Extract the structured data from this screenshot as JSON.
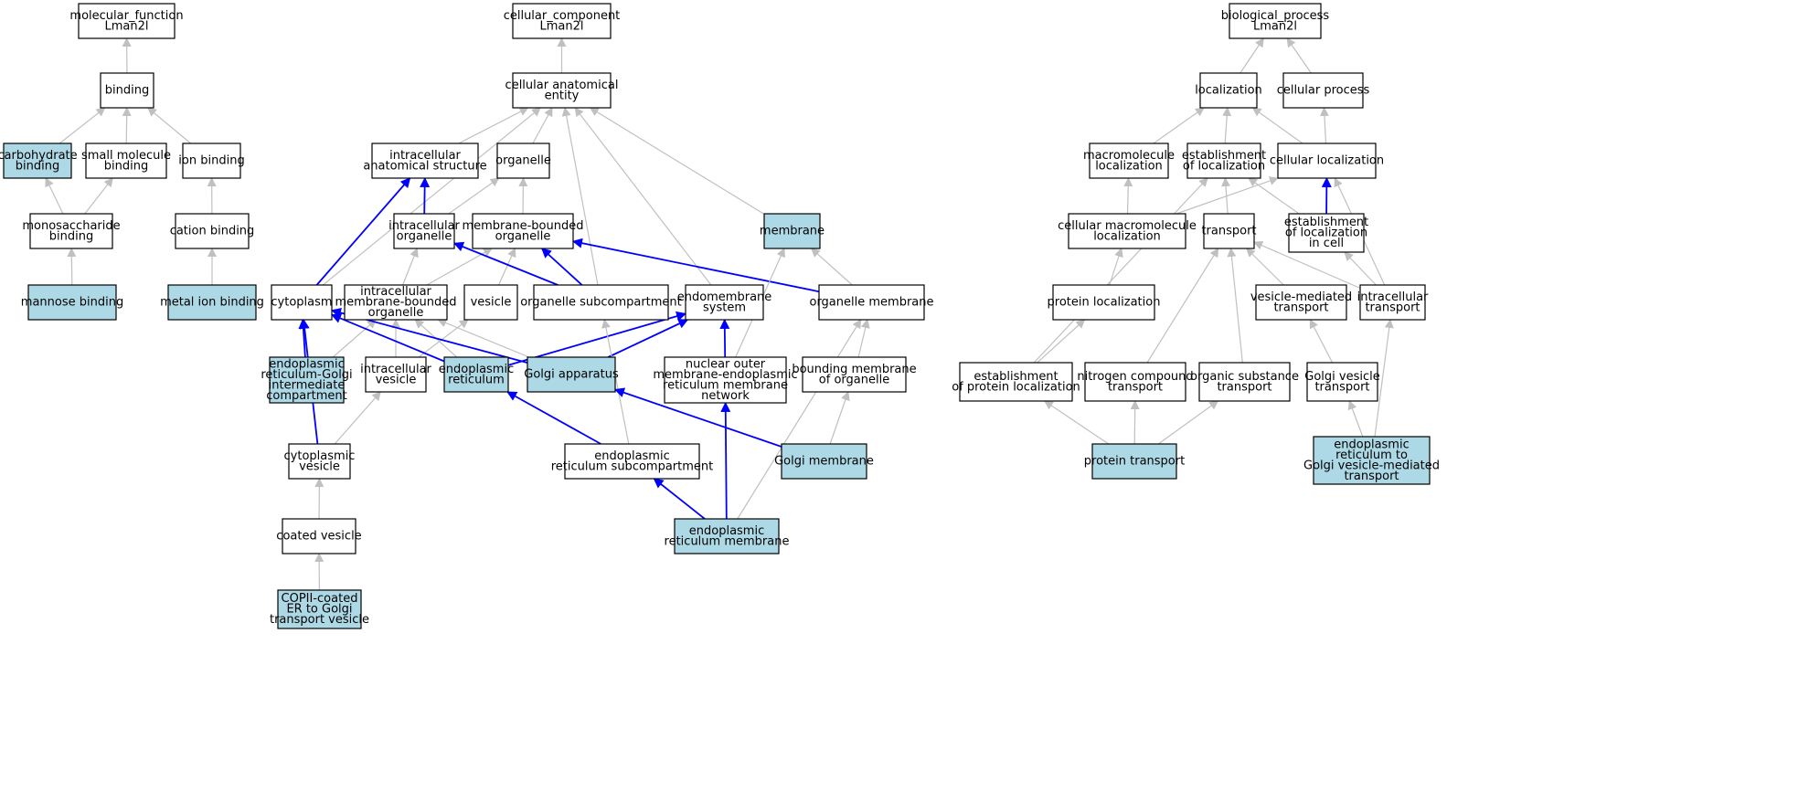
{
  "colors": {
    "highlight_fill": "#add8e6",
    "plain_fill": "#ffffff",
    "border": "#000000",
    "edge_gray": "#c0c0c0",
    "edge_blue": "#0000ff"
  },
  "nodes": {
    "mf_root": {
      "label": [
        "molecular_function",
        "Lman2l"
      ],
      "highlight": false
    },
    "binding": {
      "label": [
        "binding"
      ],
      "highlight": false
    },
    "carbohydrate_binding": {
      "label": [
        "carbohydrate",
        "binding"
      ],
      "highlight": true
    },
    "small_molecule_binding": {
      "label": [
        "small molecule",
        "binding"
      ],
      "highlight": false
    },
    "ion_binding": {
      "label": [
        "ion binding"
      ],
      "highlight": false
    },
    "monosaccharide_binding": {
      "label": [
        "monosaccharide",
        "binding"
      ],
      "highlight": false
    },
    "cation_binding": {
      "label": [
        "cation binding"
      ],
      "highlight": false
    },
    "mannose_binding": {
      "label": [
        "mannose binding"
      ],
      "highlight": true
    },
    "metal_ion_binding": {
      "label": [
        "metal ion binding"
      ],
      "highlight": true
    },
    "cc_root": {
      "label": [
        "cellular_component",
        "Lman2l"
      ],
      "highlight": false
    },
    "cellular_anatomical_entity": {
      "label": [
        "cellular anatomical",
        "entity"
      ],
      "highlight": false
    },
    "intracellular_anatomical_structure": {
      "label": [
        "intracellular",
        "anatomical structure"
      ],
      "highlight": false
    },
    "organelle": {
      "label": [
        "organelle"
      ],
      "highlight": false
    },
    "intracellular_organelle": {
      "label": [
        "intracellular",
        "organelle"
      ],
      "highlight": false
    },
    "membrane_bounded_organelle": {
      "label": [
        "membrane-bounded",
        "organelle"
      ],
      "highlight": false
    },
    "membrane": {
      "label": [
        "membrane"
      ],
      "highlight": true
    },
    "cytoplasm": {
      "label": [
        "cytoplasm"
      ],
      "highlight": false
    },
    "intracellular_mbo": {
      "label": [
        "intracellular",
        "membrane-bounded",
        "organelle"
      ],
      "highlight": false
    },
    "vesicle": {
      "label": [
        "vesicle"
      ],
      "highlight": false
    },
    "organelle_subcompartment": {
      "label": [
        "organelle subcompartment"
      ],
      "highlight": false
    },
    "endomembrane_system": {
      "label": [
        "endomembrane",
        "system"
      ],
      "highlight": false
    },
    "organelle_membrane": {
      "label": [
        "organelle membrane"
      ],
      "highlight": false
    },
    "ergic": {
      "label": [
        "endoplasmic",
        "reticulum-Golgi",
        "intermediate",
        "compartment"
      ],
      "highlight": true
    },
    "intracellular_vesicle": {
      "label": [
        "intracellular",
        "vesicle"
      ],
      "highlight": false
    },
    "endoplasmic_reticulum": {
      "label": [
        "endoplasmic",
        "reticulum"
      ],
      "highlight": true
    },
    "golgi_apparatus": {
      "label": [
        "Golgi apparatus"
      ],
      "highlight": true
    },
    "nuclear_outer_membrane": {
      "label": [
        "nuclear outer",
        "membrane-endoplasmic",
        "reticulum membrane",
        "network"
      ],
      "highlight": false
    },
    "bounding_membrane": {
      "label": [
        "bounding membrane",
        "of organelle"
      ],
      "highlight": false
    },
    "cytoplasmic_vesicle": {
      "label": [
        "cytoplasmic",
        "vesicle"
      ],
      "highlight": false
    },
    "er_subcompartment": {
      "label": [
        "endoplasmic",
        "reticulum subcompartment"
      ],
      "highlight": false
    },
    "golgi_membrane": {
      "label": [
        "Golgi membrane"
      ],
      "highlight": true
    },
    "coated_vesicle": {
      "label": [
        "coated vesicle"
      ],
      "highlight": false
    },
    "er_membrane": {
      "label": [
        "endoplasmic",
        "reticulum membrane"
      ],
      "highlight": true
    },
    "copii_vesicle": {
      "label": [
        "COPII-coated",
        "ER to Golgi",
        "transport vesicle"
      ],
      "highlight": true
    },
    "bp_root": {
      "label": [
        "biological_process",
        "Lman2l"
      ],
      "highlight": false
    },
    "localization": {
      "label": [
        "localization"
      ],
      "highlight": false
    },
    "cellular_process": {
      "label": [
        "cellular process"
      ],
      "highlight": false
    },
    "macromolecule_localization": {
      "label": [
        "macromolecule",
        "localization"
      ],
      "highlight": false
    },
    "establishment_of_localization": {
      "label": [
        "establishment",
        "of localization"
      ],
      "highlight": false
    },
    "cellular_localization": {
      "label": [
        "cellular localization"
      ],
      "highlight": false
    },
    "cellular_macromolecule_localization": {
      "label": [
        "cellular macromolecule",
        "localization"
      ],
      "highlight": false
    },
    "transport": {
      "label": [
        "transport"
      ],
      "highlight": false
    },
    "establishment_localization_cell": {
      "label": [
        "establishment",
        "of localization",
        "in cell"
      ],
      "highlight": false
    },
    "protein_localization": {
      "label": [
        "protein localization"
      ],
      "highlight": false
    },
    "vesicle_mediated_transport": {
      "label": [
        "vesicle-mediated",
        "transport"
      ],
      "highlight": false
    },
    "intracellular_transport": {
      "label": [
        "intracellular",
        "transport"
      ],
      "highlight": false
    },
    "establishment_protein_localization": {
      "label": [
        "establishment",
        "of protein localization"
      ],
      "highlight": false
    },
    "nitrogen_compound_transport": {
      "label": [
        "nitrogen compound",
        "transport"
      ],
      "highlight": false
    },
    "organic_substance_transport": {
      "label": [
        "organic substance",
        "transport"
      ],
      "highlight": false
    },
    "golgi_vesicle_transport": {
      "label": [
        "Golgi vesicle",
        "transport"
      ],
      "highlight": false
    },
    "protein_transport": {
      "label": [
        "protein transport"
      ],
      "highlight": true
    },
    "er_to_golgi_transport": {
      "label": [
        "endoplasmic",
        "reticulum to",
        "Golgi vesicle-mediated",
        "transport"
      ],
      "highlight": true
    }
  },
  "edges": [
    {
      "from": "binding",
      "to": "mf_root",
      "type": "is_a"
    },
    {
      "from": "carbohydrate_binding",
      "to": "binding",
      "type": "is_a"
    },
    {
      "from": "small_molecule_binding",
      "to": "binding",
      "type": "is_a"
    },
    {
      "from": "ion_binding",
      "to": "binding",
      "type": "is_a"
    },
    {
      "from": "monosaccharide_binding",
      "to": "carbohydrate_binding",
      "type": "is_a"
    },
    {
      "from": "monosaccharide_binding",
      "to": "small_molecule_binding",
      "type": "is_a"
    },
    {
      "from": "cation_binding",
      "to": "ion_binding",
      "type": "is_a"
    },
    {
      "from": "mannose_binding",
      "to": "monosaccharide_binding",
      "type": "is_a"
    },
    {
      "from": "metal_ion_binding",
      "to": "cation_binding",
      "type": "is_a"
    },
    {
      "from": "cellular_anatomical_entity",
      "to": "cc_root",
      "type": "is_a"
    },
    {
      "from": "intracellular_anatomical_structure",
      "to": "cellular_anatomical_entity",
      "type": "is_a"
    },
    {
      "from": "organelle",
      "to": "cellular_anatomical_entity",
      "type": "is_a"
    },
    {
      "from": "membrane",
      "to": "cellular_anatomical_entity",
      "type": "is_a"
    },
    {
      "from": "cytoplasm",
      "to": "cellular_anatomical_entity",
      "type": "is_a"
    },
    {
      "from": "organelle_subcompartment",
      "to": "cellular_anatomical_entity",
      "type": "is_a"
    },
    {
      "from": "endomembrane_system",
      "to": "cellular_anatomical_entity",
      "type": "is_a"
    },
    {
      "from": "cytoplasm",
      "to": "intracellular_anatomical_structure",
      "type": "part_of"
    },
    {
      "from": "intracellular_organelle",
      "to": "intracellular_anatomical_structure",
      "type": "part_of"
    },
    {
      "from": "intracellular_organelle",
      "to": "organelle",
      "type": "is_a"
    },
    {
      "from": "membrane_bounded_organelle",
      "to": "organelle",
      "type": "is_a"
    },
    {
      "from": "intracellular_mbo",
      "to": "intracellular_organelle",
      "type": "is_a"
    },
    {
      "from": "intracellular_mbo",
      "to": "membrane_bounded_organelle",
      "type": "is_a"
    },
    {
      "from": "vesicle",
      "to": "membrane_bounded_organelle",
      "type": "is_a"
    },
    {
      "from": "organelle_subcompartment",
      "to": "intracellular_organelle",
      "type": "part_of"
    },
    {
      "from": "organelle_subcompartment",
      "to": "membrane_bounded_organelle",
      "type": "part_of"
    },
    {
      "from": "organelle_membrane",
      "to": "membrane_bounded_organelle",
      "type": "part_of"
    },
    {
      "from": "organelle_membrane",
      "to": "membrane",
      "type": "is_a"
    },
    {
      "from": "ergic",
      "to": "cytoplasm",
      "type": "part_of"
    },
    {
      "from": "ergic",
      "to": "intracellular_mbo",
      "type": "is_a"
    },
    {
      "from": "intracellular_vesicle",
      "to": "intracellular_mbo",
      "type": "is_a"
    },
    {
      "from": "intracellular_vesicle",
      "to": "vesicle",
      "type": "is_a"
    },
    {
      "from": "endoplasmic_reticulum",
      "to": "cytoplasm",
      "type": "part_of"
    },
    {
      "from": "endoplasmic_reticulum",
      "to": "intracellular_mbo",
      "type": "is_a"
    },
    {
      "from": "endoplasmic_reticulum",
      "to": "endomembrane_system",
      "type": "part_of"
    },
    {
      "from": "golgi_apparatus",
      "to": "cytoplasm",
      "type": "part_of"
    },
    {
      "from": "golgi_apparatus",
      "to": "intracellular_mbo",
      "type": "is_a"
    },
    {
      "from": "golgi_apparatus",
      "to": "endomembrane_system",
      "type": "part_of"
    },
    {
      "from": "nuclear_outer_membrane",
      "to": "endomembrane_system",
      "type": "part_of"
    },
    {
      "from": "nuclear_outer_membrane",
      "to": "membrane",
      "type": "is_a"
    },
    {
      "from": "bounding_membrane",
      "to": "organelle_membrane",
      "type": "is_a"
    },
    {
      "from": "cytoplasmic_vesicle",
      "to": "cytoplasm",
      "type": "part_of"
    },
    {
      "from": "cytoplasmic_vesicle",
      "to": "intracellular_vesicle",
      "type": "is_a"
    },
    {
      "from": "er_subcompartment",
      "to": "endoplasmic_reticulum",
      "type": "part_of"
    },
    {
      "from": "er_subcompartment",
      "to": "organelle_subcompartment",
      "type": "is_a"
    },
    {
      "from": "golgi_membrane",
      "to": "golgi_apparatus",
      "type": "part_of"
    },
    {
      "from": "golgi_membrane",
      "to": "bounding_membrane",
      "type": "is_a"
    },
    {
      "from": "coated_vesicle",
      "to": "cytoplasmic_vesicle",
      "type": "is_a"
    },
    {
      "from": "er_membrane",
      "to": "er_subcompartment",
      "type": "part_of"
    },
    {
      "from": "er_membrane",
      "to": "nuclear_outer_membrane",
      "type": "part_of"
    },
    {
      "from": "er_membrane",
      "to": "organelle_membrane",
      "type": "is_a"
    },
    {
      "from": "copii_vesicle",
      "to": "coated_vesicle",
      "type": "is_a"
    },
    {
      "from": "localization",
      "to": "bp_root",
      "type": "is_a"
    },
    {
      "from": "cellular_process",
      "to": "bp_root",
      "type": "is_a"
    },
    {
      "from": "macromolecule_localization",
      "to": "localization",
      "type": "is_a"
    },
    {
      "from": "establishment_of_localization",
      "to": "localization",
      "type": "is_a"
    },
    {
      "from": "cellular_localization",
      "to": "localization",
      "type": "is_a"
    },
    {
      "from": "cellular_localization",
      "to": "cellular_process",
      "type": "is_a"
    },
    {
      "from": "cellular_macromolecule_localization",
      "to": "macromolecule_localization",
      "type": "is_a"
    },
    {
      "from": "cellular_macromolecule_localization",
      "to": "cellular_localization",
      "type": "is_a"
    },
    {
      "from": "transport",
      "to": "establishment_of_localization",
      "type": "is_a"
    },
    {
      "from": "establishment_localization_cell",
      "to": "establishment_of_localization",
      "type": "is_a"
    },
    {
      "from": "establishment_localization_cell",
      "to": "cellular_localization",
      "type": "part_of"
    },
    {
      "from": "protein_localization",
      "to": "cellular_macromolecule_localization",
      "type": "is_a"
    },
    {
      "from": "vesicle_mediated_transport",
      "to": "transport",
      "type": "is_a"
    },
    {
      "from": "intracellular_transport",
      "to": "transport",
      "type": "is_a"
    },
    {
      "from": "intracellular_transport",
      "to": "establishment_localization_cell",
      "type": "is_a"
    },
    {
      "from": "intracellular_transport",
      "to": "cellular_localization",
      "type": "is_a"
    },
    {
      "from": "establishment_protein_localization",
      "to": "protein_localization",
      "type": "is_a"
    },
    {
      "from": "establishment_protein_localization",
      "to": "establishment_of_localization",
      "type": "is_a"
    },
    {
      "from": "nitrogen_compound_transport",
      "to": "transport",
      "type": "is_a"
    },
    {
      "from": "organic_substance_transport",
      "to": "transport",
      "type": "is_a"
    },
    {
      "from": "golgi_vesicle_transport",
      "to": "vesicle_mediated_transport",
      "type": "is_a"
    },
    {
      "from": "protein_transport",
      "to": "establishment_protein_localization",
      "type": "is_a"
    },
    {
      "from": "protein_transport",
      "to": "nitrogen_compound_transport",
      "type": "is_a"
    },
    {
      "from": "protein_transport",
      "to": "organic_substance_transport",
      "type": "is_a"
    },
    {
      "from": "er_to_golgi_transport",
      "to": "golgi_vesicle_transport",
      "type": "is_a"
    },
    {
      "from": "er_to_golgi_transport",
      "to": "intracellular_transport",
      "type": "is_a"
    }
  ]
}
